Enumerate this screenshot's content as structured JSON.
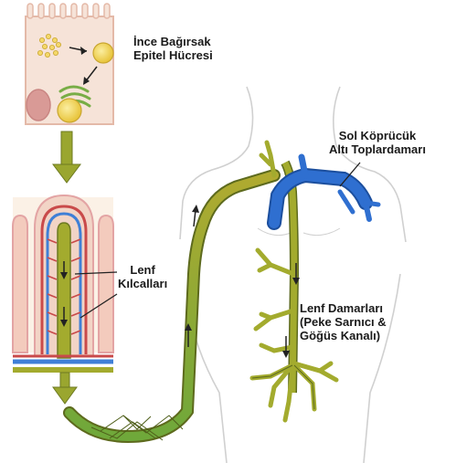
{
  "labels": {
    "epithelial_cell": [
      "İnce Bağırsak",
      "Epitel Hücresi"
    ],
    "subclavian_vein": [
      "Sol Köprücük",
      "Altı Toplardamarı"
    ],
    "lymph_capillaries": [
      "Lenf",
      "Kılcalları"
    ],
    "lymph_vessels": [
      "Lenf Damarları",
      "(Peke Sarnıcı &",
      "Göğüs Kanalı)"
    ]
  },
  "colors": {
    "cell_fill": "#f6e3d8",
    "cell_outline": "#e4b9a8",
    "nucleus": "#d99a96",
    "fat_droplet": "#f5d95a",
    "golgi": "#8fbf5a",
    "lymph_vessel": "#a3ab2e",
    "lymph_outline": "#5d6a1d",
    "lymph_green": "#6fa83a",
    "blood_vein": "#2f6fd0",
    "blood_artery": "#c94a4a",
    "villus_fill": "#f3d7c9",
    "body_outline": "#cfcfcf"
  }
}
